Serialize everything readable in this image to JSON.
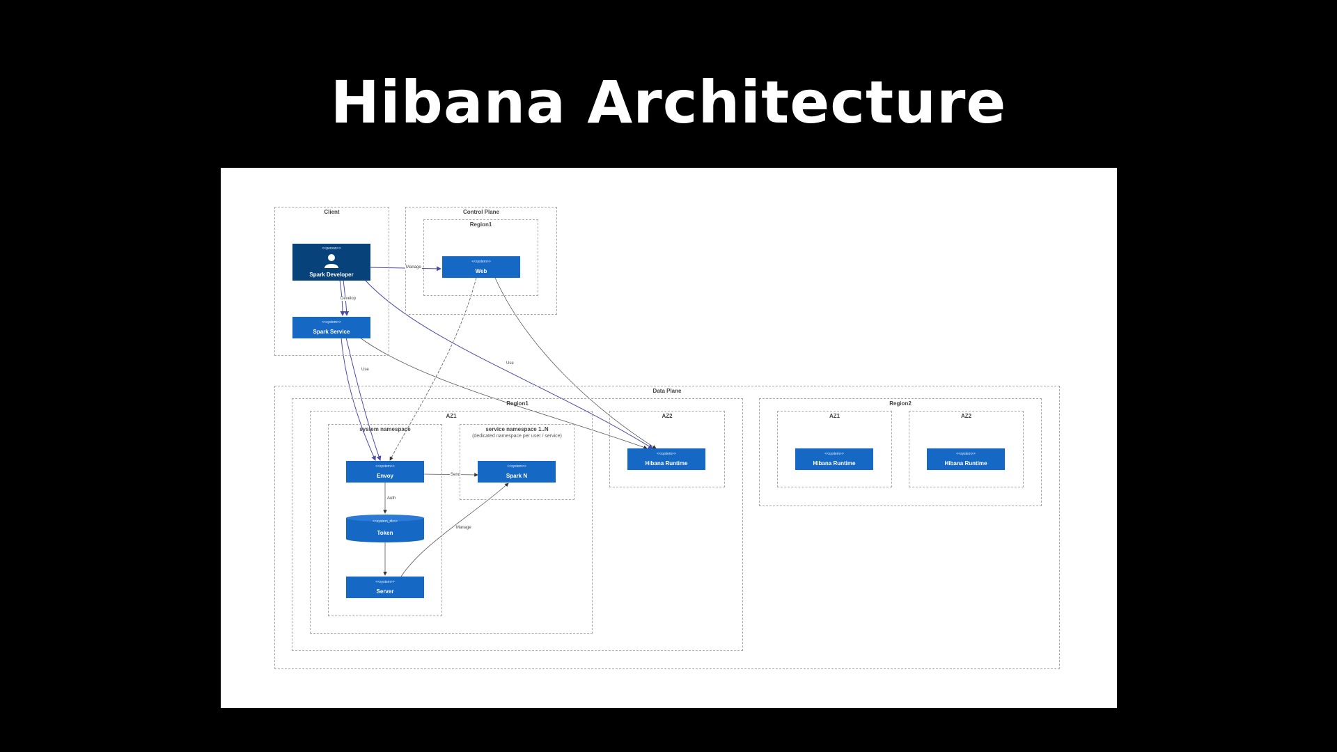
{
  "slide": {
    "title": "Hibana Architecture"
  },
  "diagram": {
    "boundaries": {
      "client": "Client",
      "control_plane": "Control Plane",
      "cp_region1": "Region1",
      "data_plane": "Data Plane",
      "dp_region1": "Region1",
      "dp_region1_az1": "AZ1",
      "system_namespace": "system namespace",
      "service_namespace": "service namespace 1..N",
      "service_namespace_sub": "(dedicated namespace per user / service)",
      "dp_region1_az2": "AZ2",
      "dp_region2": "Region2",
      "dp_region2_az1": "AZ1",
      "dp_region2_az2": "AZ2"
    },
    "nodes": {
      "spark_developer": {
        "stereotype": "<<person>>",
        "name": "Spark Developer"
      },
      "spark_service": {
        "stereotype": "<<system>>",
        "name": "Spark Service"
      },
      "web": {
        "stereotype": "<<system>>",
        "name": "Web"
      },
      "envoy": {
        "stereotype": "<<system>>",
        "name": "Envoy"
      },
      "token": {
        "stereotype": "<<system_db>>",
        "name": "Token"
      },
      "server": {
        "stereotype": "<<system>>",
        "name": "Server"
      },
      "spark_n": {
        "stereotype": "<<system>>",
        "name": "Spark N"
      },
      "runtime_r1_az2": {
        "stereotype": "<<system>>",
        "name": "Hibana Runtime"
      },
      "runtime_r2_az1": {
        "stereotype": "<<system>>",
        "name": "Hibana Runtime"
      },
      "runtime_r2_az2": {
        "stereotype": "<<system>>",
        "name": "Hibana Runtime"
      }
    },
    "edges": {
      "manage_web": "Manage",
      "develop": "Develop",
      "use_left": "Use",
      "use_right": "Use",
      "send": "Send",
      "auth": "Auth",
      "manage_spark": "Manage"
    },
    "colors": {
      "node": "#1668c5",
      "person": "#08427b",
      "edge_primary": "#4a4aa8",
      "edge_secondary": "#666666",
      "boundary": "#a8a8a8"
    }
  }
}
